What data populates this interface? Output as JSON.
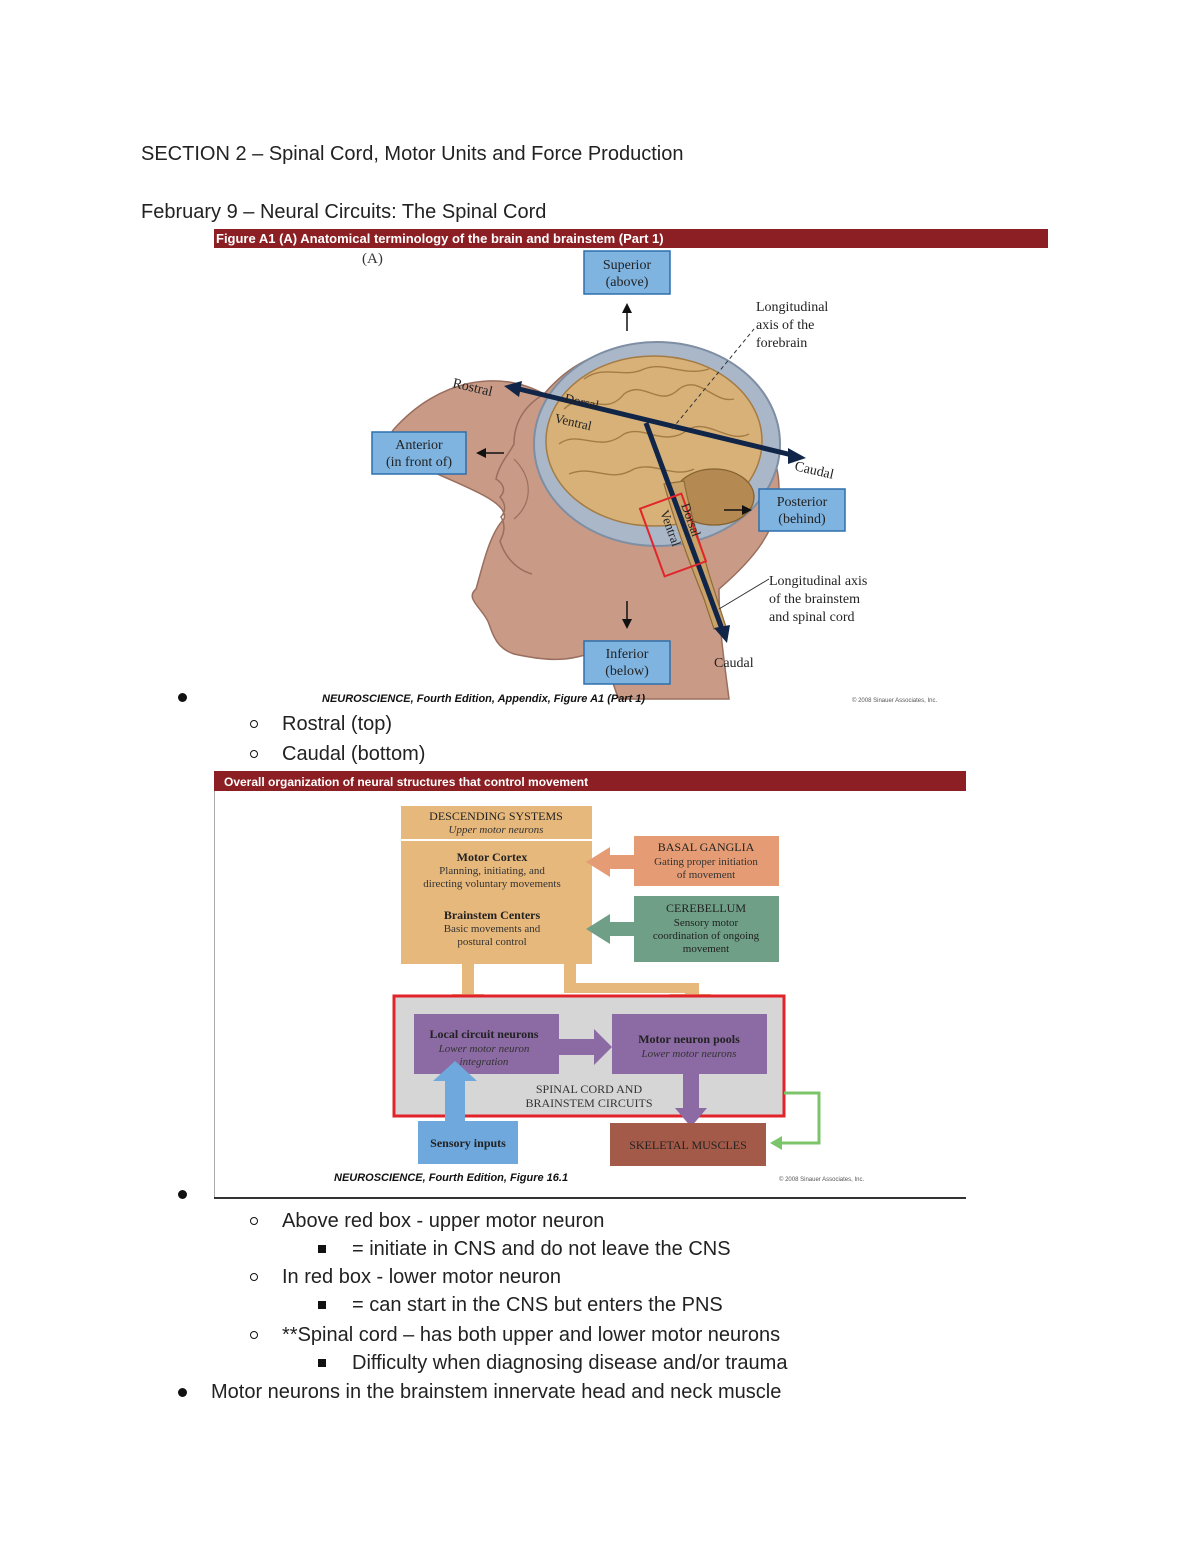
{
  "section_title": "SECTION 2 – Spinal Cord, Motor Units and Force Production",
  "lecture_title": "February 9 – Neural Circuits: The Spinal Cord",
  "figure_a1": {
    "header": "Figure A1  (A) Anatomical terminology of the brain and brainstem (Part 1)",
    "panel_label": "(A)",
    "superior": [
      "Superior",
      "(above)"
    ],
    "anterior": [
      "Anterior",
      "(in front of)"
    ],
    "posterior": [
      "Posterior",
      "(behind)"
    ],
    "inferior": [
      "Inferior",
      "(below)"
    ],
    "forebrain_axis": [
      "Longitudinal",
      "axis of the",
      "forebrain"
    ],
    "brainstem_axis": [
      "Longitudinal axis",
      "of the brainstem",
      "and spinal cord"
    ],
    "rostral": "Rostral",
    "caudal_top": "Caudal",
    "caudal_bottom": "Caudal",
    "dorsal_1": "Dorsal",
    "ventral_1": "Ventral",
    "dorsal_2": "Dorsal",
    "ventral_2": "Ventral",
    "caption": "NEUROSCIENCE, Fourth Edition, Appendix, Figure A1 (Part 1)",
    "copyright": "© 2008 Sinauer Associates, Inc."
  },
  "notes_1": [
    "Rostral (top)",
    "Caudal (bottom)"
  ],
  "figure_161": {
    "header": "Overall organization of neural structures that control movement",
    "descending": [
      "DESCENDING SYSTEMS",
      "Upper motor neurons"
    ],
    "motor_cortex": [
      "Motor Cortex",
      "Planning, initiating, and",
      "directing voluntary movements"
    ],
    "brainstem": [
      "Brainstem Centers",
      "Basic movements and",
      "postural control"
    ],
    "basal_ganglia": [
      "BASAL GANGLIA",
      "Gating proper initiation",
      "of movement"
    ],
    "cerebellum": [
      "CEREBELLUM",
      "Sensory motor",
      "coordination of ongoing",
      "movement"
    ],
    "local_circuit": [
      "Local circuit neurons",
      "Lower motor neuron",
      "integration"
    ],
    "motor_pools": [
      "Motor neuron pools",
      "Lower motor neurons"
    ],
    "spinal_cord": [
      "SPINAL CORD AND",
      "BRAINSTEM CIRCUITS"
    ],
    "sensory_inputs": "Sensory inputs",
    "skeletal_muscles": "SKELETAL MUSCLES",
    "caption": "NEUROSCIENCE, Fourth Edition, Figure 16.1",
    "copyright": "© 2008 Sinauer Associates, Inc."
  },
  "notes_2": [
    {
      "level": 2,
      "text": "Above red box - upper motor neuron"
    },
    {
      "level": 3,
      "text": "= initiate in CNS and do not leave the CNS"
    },
    {
      "level": 2,
      "text": "In red box - lower motor neuron"
    },
    {
      "level": 3,
      "text": "= can start in the CNS but enters the PNS"
    },
    {
      "level": 2,
      "text": "**Spinal cord – has both upper and lower motor neurons"
    },
    {
      "level": 3,
      "text": "Difficulty when diagnosing disease and/or trauma"
    }
  ],
  "final_bullet": "Motor neurons in the brainstem innervate head and neck muscle"
}
